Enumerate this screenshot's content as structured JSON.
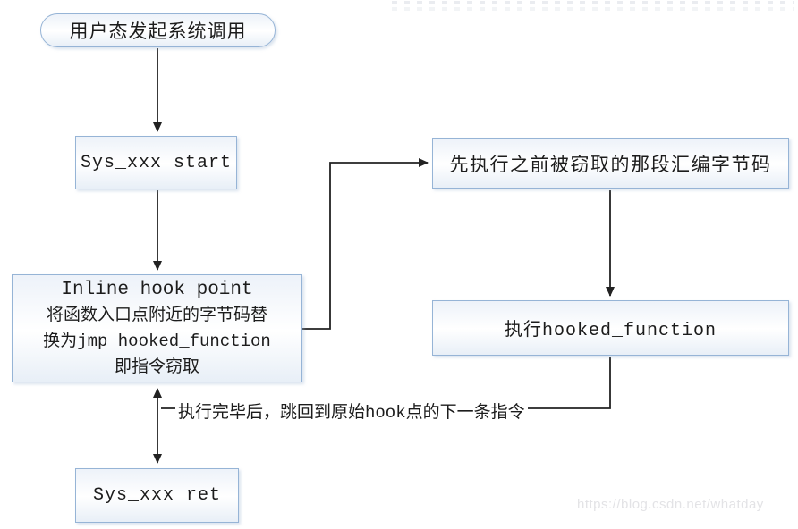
{
  "diagram": {
    "type": "flowchart",
    "nodes": {
      "user_mode": {
        "shape": "terminator",
        "label": "用户态发起系统调用"
      },
      "sys_start": {
        "shape": "process",
        "label": "Sys_xxx start"
      },
      "inline_hook": {
        "shape": "process",
        "lines": [
          "Inline hook point",
          "将函数入口点附近的字节码替",
          "换为jmp hooked_function",
          "即指令窃取"
        ]
      },
      "exec_stolen": {
        "shape": "process",
        "label": "先执行之前被窃取的那段汇编字节码"
      },
      "exec_hooked": {
        "shape": "process",
        "label": "执行hooked_function"
      },
      "sys_ret": {
        "shape": "process",
        "label": "Sys_xxx ret"
      }
    },
    "edges": {
      "user_to_start": "arrow-down",
      "start_to_inline": "arrow-down",
      "inline_to_stolen": "elbow-arrow-right",
      "stolen_to_hooked": "arrow-down",
      "hooked_return_path": "elbow-left",
      "inline_ret_double_arrow": "double-arrow-vertical",
      "return_label": "执行完毕后，跳回到原始hook点的下一条指令"
    },
    "colors": {
      "box_border": "#96b4d6",
      "box_fill_top": "#edf2f9",
      "box_fill_bottom": "#e8eff7",
      "arrow": "#222222",
      "text": "#1c1c1c",
      "watermark_gray": "#e3e3e6"
    },
    "watermark": "https://blog.csdn.net/whatday"
  }
}
